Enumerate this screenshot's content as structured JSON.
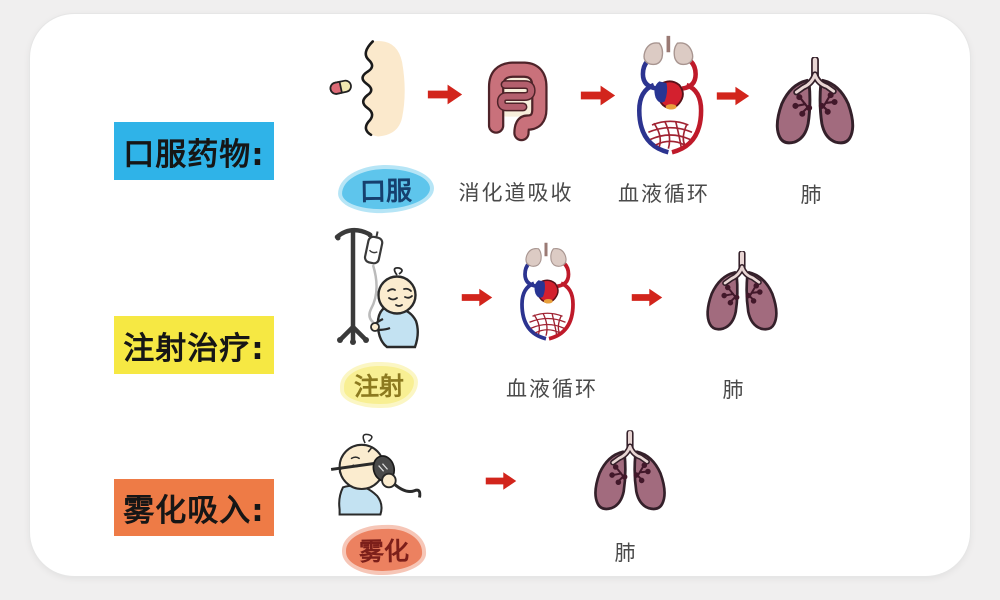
{
  "page": {
    "background_color": "#f0efef",
    "card_color": "#ffffff"
  },
  "colors": {
    "arrow": "#d2251c",
    "step_label_text": "#4a4a4a",
    "title_text": "#161616"
  },
  "icons": {
    "arrow": "red-arrow-right-icon",
    "mouth": "mouth-pill-icon",
    "intestine": "intestine-icon",
    "circulation": "heart-circulation-icon",
    "lungs": "lungs-icon",
    "iv": "iv-drip-baby-icon",
    "nebulizer": "nebulizer-baby-icon"
  },
  "rows": [
    {
      "title": "口服药物:",
      "title_bg": "#2fb3e8",
      "highlight": {
        "text": "口服",
        "bg": "#5ec5ec",
        "color": "#16406e"
      },
      "flow_labels": [
        "消化道吸收",
        "血液循环",
        "肺"
      ]
    },
    {
      "title": "注射治疗:",
      "title_bg": "#f6e843",
      "highlight": {
        "text": "注射",
        "bg": "#f8ef93",
        "color": "#8c7a1f"
      },
      "flow_labels": [
        "血液循环",
        "肺"
      ]
    },
    {
      "title": "雾化吸入:",
      "title_bg": "#ee7b46",
      "highlight": {
        "text": "雾化",
        "bg": "#ec8160",
        "color": "#7c1f1a"
      },
      "flow_labels": [
        "肺"
      ]
    }
  ]
}
